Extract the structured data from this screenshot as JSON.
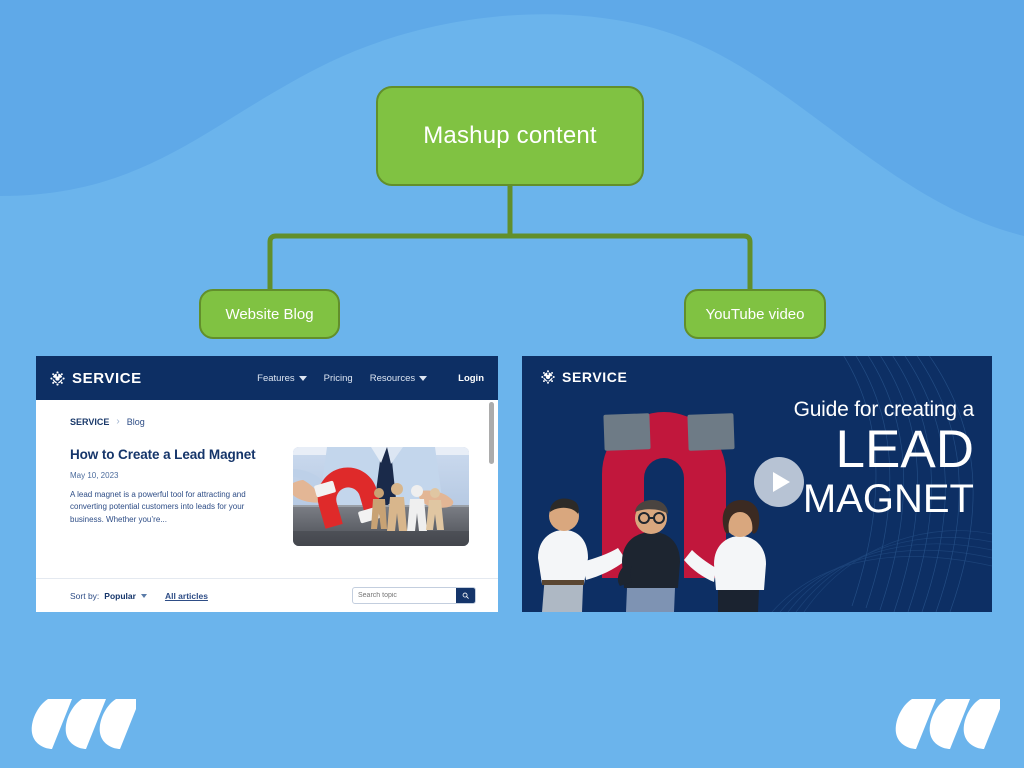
{
  "theme": {
    "background_blue": "#6BB4EC",
    "wave_blue": "#5FA9E8",
    "node_green": "#80C242",
    "node_border_green": "#628F2B",
    "brand_navy": "#0D2F64",
    "magnet_red": "#C1173C"
  },
  "diagram": {
    "root": {
      "label": "Mashup content"
    },
    "children": [
      {
        "label": "Website Blog"
      },
      {
        "label": "YouTube video"
      }
    ]
  },
  "blog_mock": {
    "nav": {
      "brand": "SERVICE",
      "links": [
        {
          "label": "Features",
          "has_dropdown": true
        },
        {
          "label": "Pricing",
          "has_dropdown": false
        },
        {
          "label": "Resources",
          "has_dropdown": true
        }
      ],
      "login": "Login"
    },
    "breadcrumb": {
      "root": "SERVICE",
      "separator": "›",
      "current": "Blog"
    },
    "post": {
      "title": "How to Create a Lead Magnet",
      "date": "May 10, 2023",
      "excerpt": "A lead magnet is a powerful tool for attracting and converting potential customers into leads for your business. Whether you’re...",
      "thumbnail_alt": "businessman-with-red-magnet-attracting-paper-people"
    },
    "footer": {
      "sort_label": "Sort by:",
      "sort_value": "Popular",
      "all_articles": "All articles",
      "search_placeholder": "Search topic",
      "search_value": "",
      "search_icon": "search-icon"
    }
  },
  "video_mock": {
    "brand": "SERVICE",
    "headline_line1": "Guide for creating a",
    "headline_line2": "LEAD",
    "headline_line3": "MAGNET",
    "play_icon": "play-icon",
    "art_alt": "three-people-holding-giant-red-horseshoe-magnet"
  },
  "corner_logos": {
    "left_alt": "three-slanted-bars-logo",
    "right_alt": "three-slanted-bars-logo"
  }
}
